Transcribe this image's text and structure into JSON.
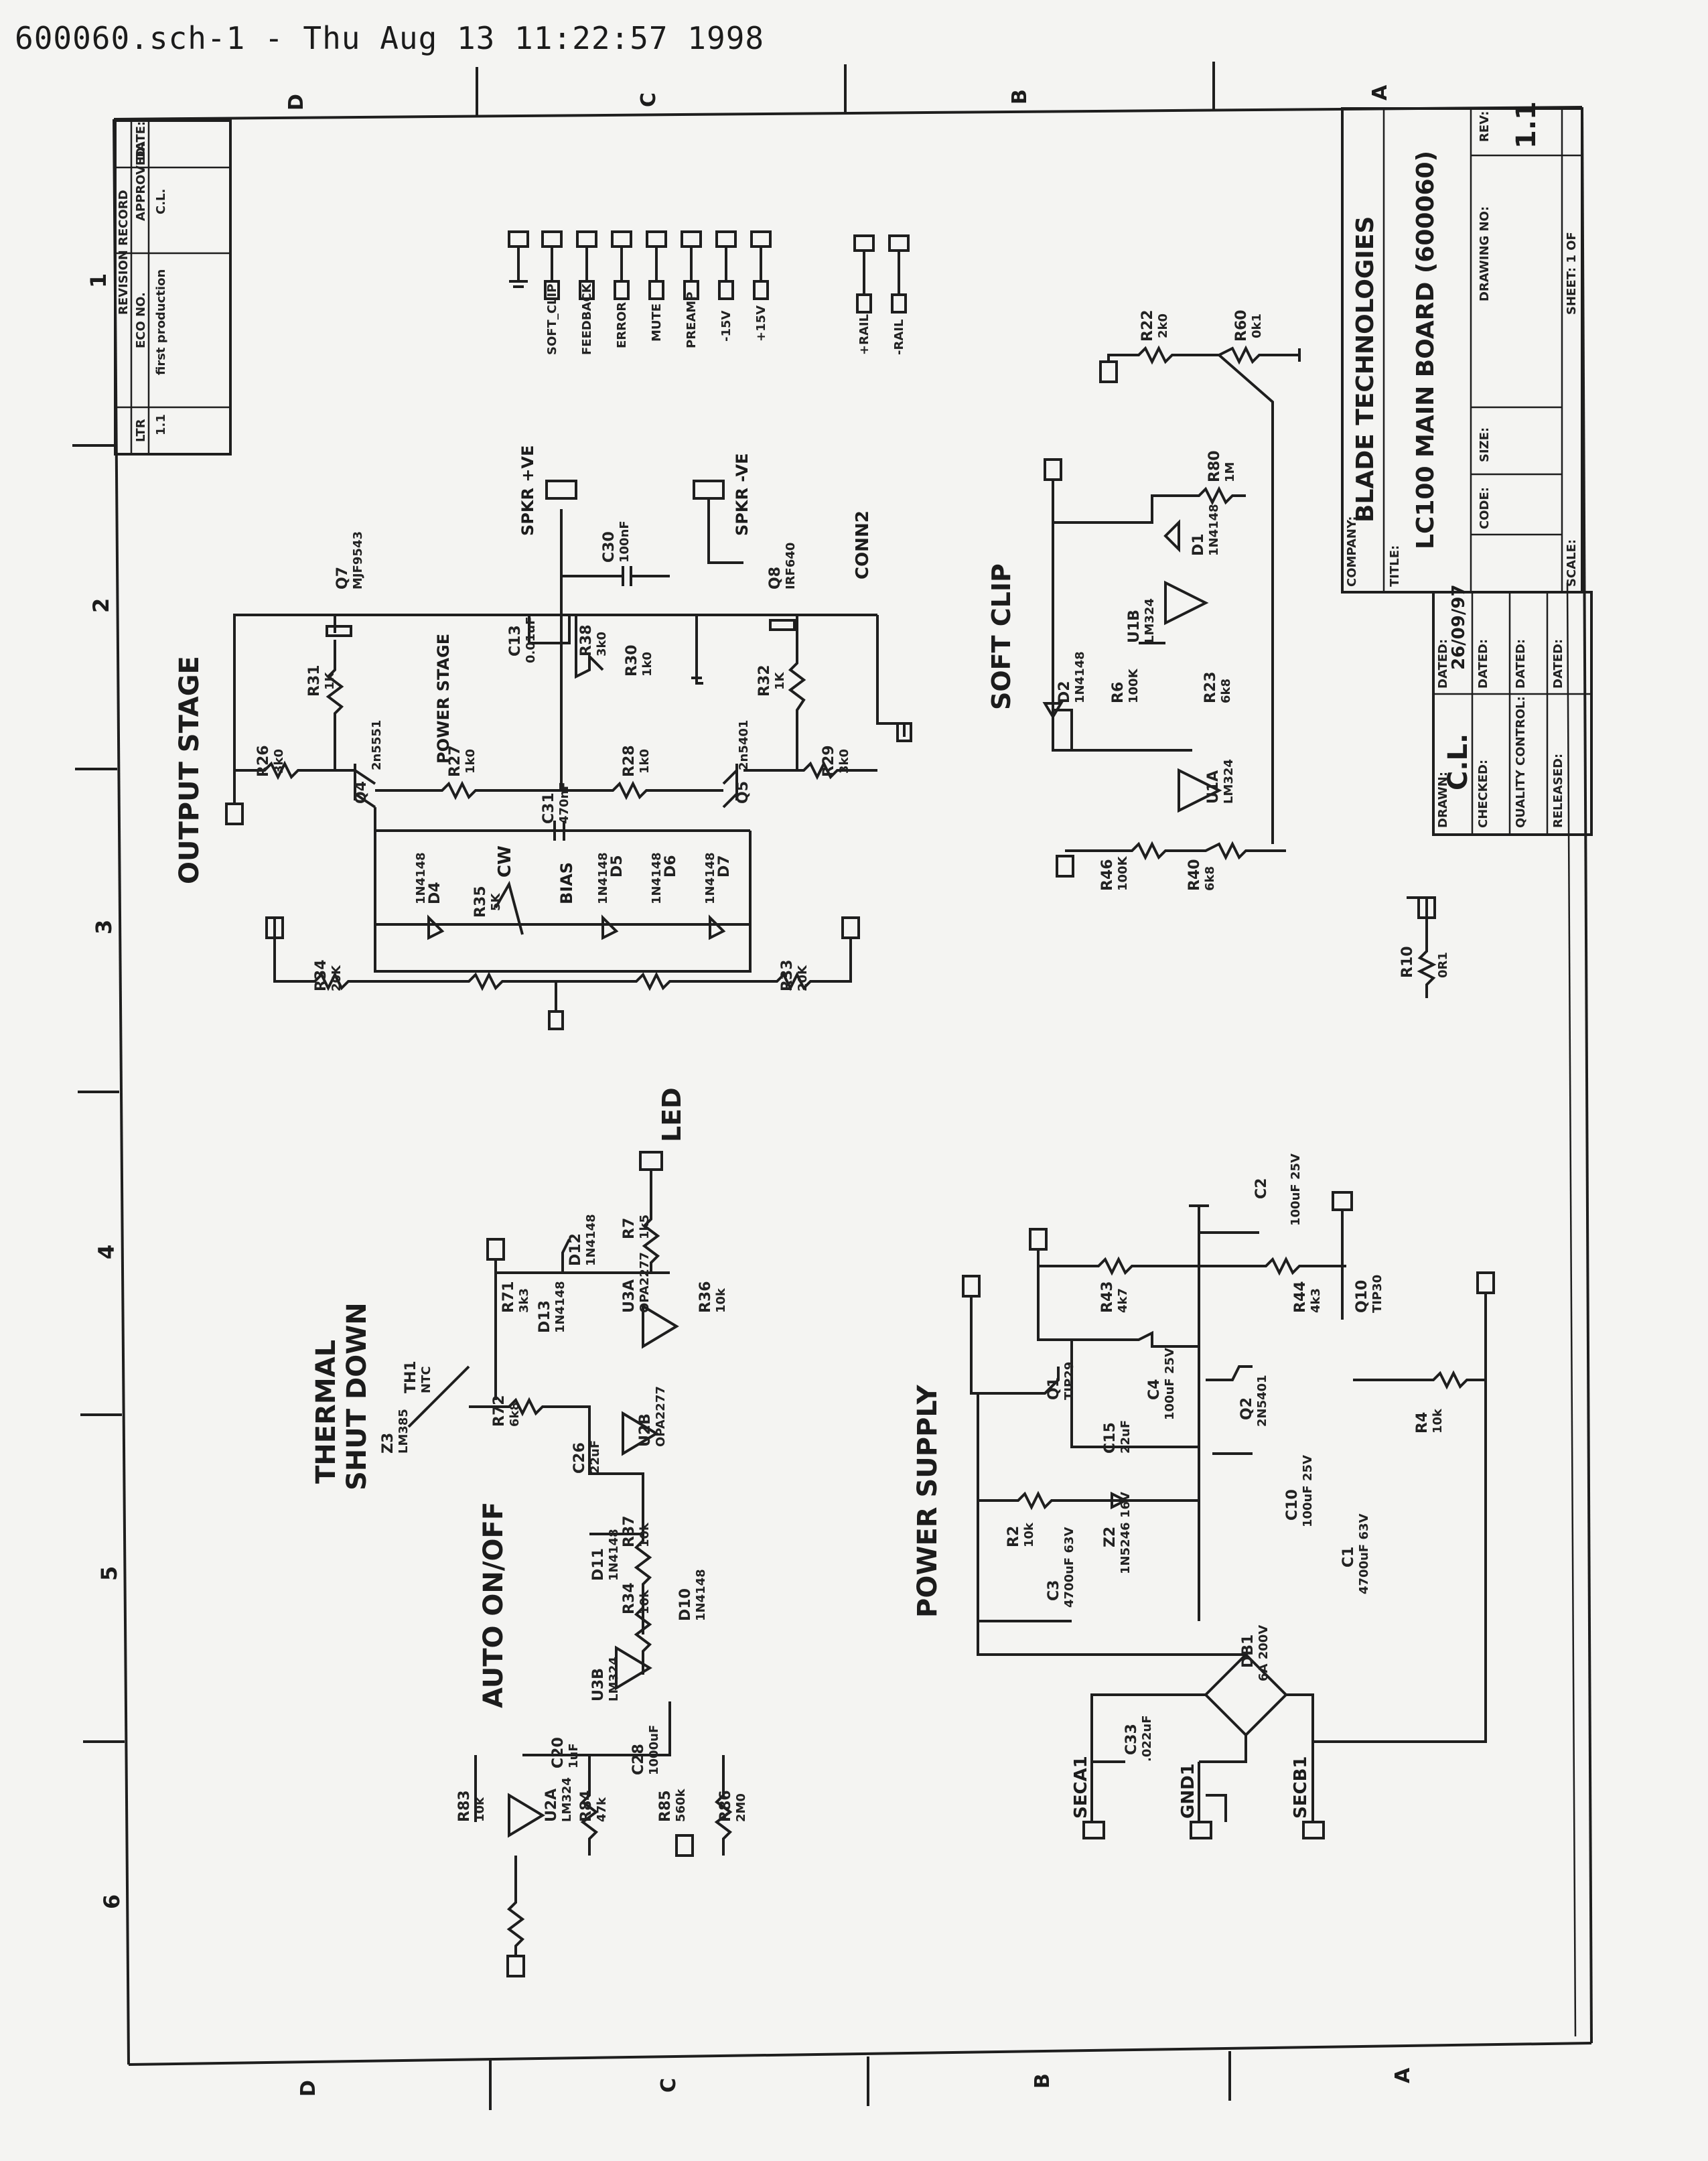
{
  "header": "600060.sch-1 - Thu Aug 13 11:22:57 1998",
  "border": {
    "top_letters": [
      "D",
      "C",
      "B",
      "A"
    ],
    "bottom_letters": [
      "D",
      "C",
      "B",
      "A"
    ],
    "left_numbers": [
      "1",
      "2",
      "3",
      "4",
      "5",
      "6"
    ]
  },
  "sections": {
    "output_stage": "OUTPUT STAGE",
    "power_stage": "POWER STAGE",
    "soft_clip": "SOFT CLIP",
    "thermal": "THERMAL",
    "shut_down": "SHUT DOWN",
    "auto_on_off": "AUTO ON/OFF",
    "power_supply": "POWER SUPPLY",
    "led": "LED",
    "bias": "BIAS",
    "cw": "CW",
    "conn2": "CONN2",
    "spkr_pos": "SPKR +VE",
    "spkr_neg": "SPKR -VE"
  },
  "title_block": {
    "company": "BLADE TECHNOLOGIES",
    "title": "LC100 MAIN BOARD (600060)",
    "rev_label": "REV:",
    "rev": "1.1",
    "company_label": "COMPANY:",
    "title_label": "TITLE:",
    "code_label": "CODE:",
    "size_label": "SIZE:",
    "drawing_no_label": "DRAWING NO:",
    "scale_label": "SCALE:",
    "sheet_label": "SHEET: 1 OF",
    "drawn_label": "DRAWN:",
    "drawn": "C.L.",
    "dated_label": "DATED:",
    "dated": "26/09/97",
    "checked_label": "CHECKED:",
    "qc_label": "QUALITY CONTROL:",
    "released_label": "RELEASED:"
  },
  "revision_record": {
    "title": "REVISION RECORD",
    "columns": [
      "LTR",
      "ECO NO.",
      "APPROVED:",
      "DATE:"
    ],
    "rows": [
      [
        "1.1",
        "first production",
        "C.L.",
        ""
      ]
    ]
  },
  "connectors": [
    "SOFT_CLIP",
    "FEEDBACK",
    "ERROR",
    "MUTE",
    "PREAMP",
    "-15V",
    "+15V",
    "+RAIL",
    "-RAIL"
  ],
  "power_pads": [
    "SECA1",
    "GND1",
    "SECB1"
  ],
  "parts": {
    "output": [
      {
        "ref": "Q7",
        "val": "MJF9543"
      },
      {
        "ref": "Q8",
        "val": "IRF640"
      },
      {
        "ref": "Q4",
        "val": "2n5551"
      },
      {
        "ref": "Q5",
        "val": "2n5401"
      },
      {
        "ref": "R31",
        "val": "1K"
      },
      {
        "ref": "R32",
        "val": "1K"
      },
      {
        "ref": "R26",
        "val": "3k0"
      },
      {
        "ref": "R29",
        "val": "3k0"
      },
      {
        "ref": "R27",
        "val": "1k0"
      },
      {
        "ref": "R28",
        "val": "1k0"
      },
      {
        "ref": "C13",
        "val": "0.01uF"
      },
      {
        "ref": "R38",
        "val": "3k0"
      },
      {
        "ref": "R30",
        "val": "1k0"
      },
      {
        "ref": "C30",
        "val": "100nF"
      },
      {
        "ref": "C31",
        "val": "470nF"
      },
      {
        "ref": "R35",
        "val": "5K"
      },
      {
        "ref": "R34",
        "val": "20K"
      },
      {
        "ref": "R33",
        "val": "20K"
      },
      {
        "ref": "D4",
        "val": "1N4148"
      },
      {
        "ref": "D5",
        "val": "1N4148"
      },
      {
        "ref": "D6",
        "val": "1N4148"
      },
      {
        "ref": "D7",
        "val": "1N4148"
      }
    ],
    "soft_clip": [
      {
        "ref": "R22",
        "val": "2k0"
      },
      {
        "ref": "R60",
        "val": "0k1"
      },
      {
        "ref": "R80",
        "val": "1M"
      },
      {
        "ref": "R46",
        "val": "100K"
      },
      {
        "ref": "R40",
        "val": "6k8"
      },
      {
        "ref": "R23",
        "val": "6k8"
      },
      {
        "ref": "R6",
        "val": "100K"
      },
      {
        "ref": "U1B",
        "val": "LM324"
      },
      {
        "ref": "U1A",
        "val": "LM324"
      },
      {
        "ref": "D2",
        "val": "1N4148"
      },
      {
        "ref": "D1",
        "val": "1N4148"
      },
      {
        "ref": "R10",
        "val": "0R1"
      }
    ],
    "power_supply": [
      {
        "ref": "C2",
        "val": "100uF 25V"
      },
      {
        "ref": "R43",
        "val": "4k7"
      },
      {
        "ref": "R44",
        "val": "4k3"
      },
      {
        "ref": "Q10",
        "val": "TIP30"
      },
      {
        "ref": "Q1",
        "val": "TIP29"
      },
      {
        "ref": "Q2",
        "val": "2N5401"
      },
      {
        "ref": "C4",
        "val": "100uF 25V"
      },
      {
        "ref": "C15",
        "val": "22uF"
      },
      {
        "ref": "C10",
        "val": "100uF 25V"
      },
      {
        "ref": "R4",
        "val": "10k"
      },
      {
        "ref": "R2",
        "val": "10k"
      },
      {
        "ref": "Z2",
        "val": "1N5246 16V"
      },
      {
        "ref": "C3",
        "val": "4700uF 63V"
      },
      {
        "ref": "C1",
        "val": "4700uF 63V"
      },
      {
        "ref": "DB1",
        "val": "6A 200V"
      },
      {
        "ref": "C33",
        "val": ".022uF"
      }
    ],
    "auto": [
      {
        "ref": "R7",
        "val": "1k5"
      },
      {
        "ref": "U3A",
        "val": "OPA2277"
      },
      {
        "ref": "U2B",
        "val": "OPA2277"
      },
      {
        "ref": "U2A",
        "val": "LM324"
      },
      {
        "ref": "U3B",
        "val": "LM324"
      },
      {
        "ref": "C20",
        "val": "1uF"
      },
      {
        "ref": "C28",
        "val": "1000uF"
      },
      {
        "ref": "C26",
        "val": "22uF"
      },
      {
        "ref": "D11",
        "val": "1N4148"
      },
      {
        "ref": "D10",
        "val": "1N4148"
      },
      {
        "ref": "R37",
        "val": "10k"
      },
      {
        "ref": "R34",
        "val": "10k"
      },
      {
        "ref": "R83",
        "val": "10k"
      },
      {
        "ref": "R84",
        "val": "47k"
      },
      {
        "ref": "R85",
        "val": "560k"
      },
      {
        "ref": "R86",
        "val": "2M0"
      },
      {
        "ref": "R36",
        "val": "10k"
      }
    ],
    "thermal": [
      {
        "ref": "Z3",
        "val": "LM385"
      },
      {
        "ref": "TH1",
        "val": "NTC"
      },
      {
        "ref": "R72",
        "val": "6k8"
      },
      {
        "ref": "R71",
        "val": "3k3"
      },
      {
        "ref": "D13",
        "val": "1N4148"
      },
      {
        "ref": "D12",
        "val": "1N4148"
      }
    ]
  }
}
